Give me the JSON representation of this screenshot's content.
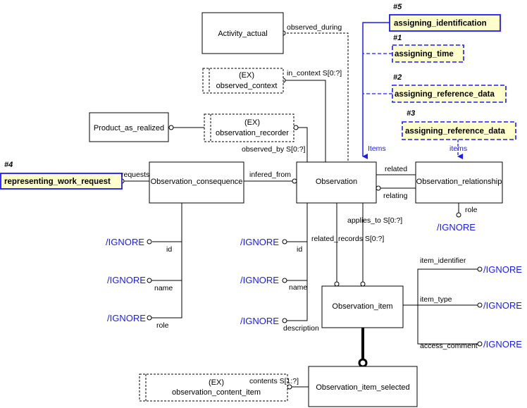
{
  "entities": {
    "activity_actual": "Activity_actual",
    "observed_context_ex": "(EX)",
    "observed_context": "observed_context",
    "product_as_realized": "Product_as_realized",
    "observation_recorder_ex": "(EX)",
    "observation_recorder": "observation_recorder",
    "observation_consequence": "Observation_consequence",
    "observation": "Observation",
    "observation_relationship": "Observation_relationship",
    "observation_item": "Observation_item",
    "observation_item_selected": "Observation_item_selected",
    "observation_content_item_ex": "(EX)",
    "observation_content_item": "observation_content_item"
  },
  "references": {
    "assigning_identification": {
      "number": "#5",
      "name": "assigning_identification"
    },
    "assigning_time": {
      "number": "#1",
      "name": "assigning_time"
    },
    "assigning_reference_data_2": {
      "number": "#2",
      "name": "assigning_reference_data"
    },
    "assigning_reference_data_3": {
      "number": "#3",
      "name": "assigning_reference_data"
    },
    "representing_work_request": {
      "number": "#4",
      "name": "representing_work_request"
    }
  },
  "relations": {
    "observed_during": "observed_during",
    "in_context": "in_context S[0:?]",
    "observed_by": "observed_by S[0:?]",
    "requests": "requests",
    "infered_from": "infered_from",
    "related": "related",
    "relating": "relating",
    "role": "role",
    "applies_to": "applies_to S[0:?]",
    "related_records": "related_records S[0:?]",
    "id": "id",
    "name": "name",
    "description": "description",
    "item_identifier": "item_identifier",
    "item_type": "item_type",
    "access_comment": "access_comment",
    "contents": "contents S[1:?]",
    "items_main": "Items",
    "items_rel": "items"
  },
  "ignore_label": "/IGNORE",
  "colors": {
    "blue": "#1a1aff",
    "highlight": "#ffffcc"
  }
}
